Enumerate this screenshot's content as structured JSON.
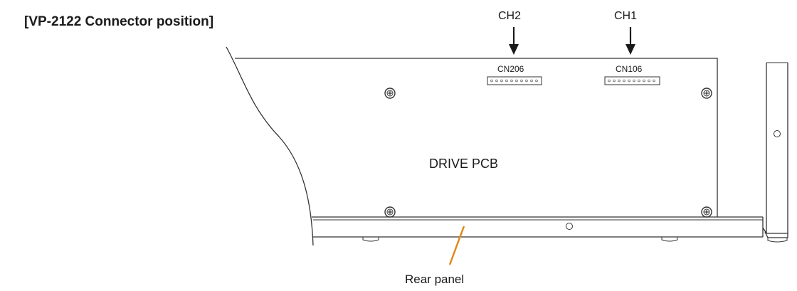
{
  "title": "[VP-2122 Connector position]",
  "channels": {
    "ch2": "CH2",
    "ch1": "CH1"
  },
  "connectors": {
    "cn206": "CN206",
    "cn106": "CN106"
  },
  "board_label": "DRIVE PCB",
  "rear_panel_label": "Rear panel",
  "colors": {
    "leader_line": "#e08a1e",
    "outline": "#333333"
  },
  "icons": {
    "screw": "screw-head-icon",
    "hole": "mounting-hole-icon"
  }
}
